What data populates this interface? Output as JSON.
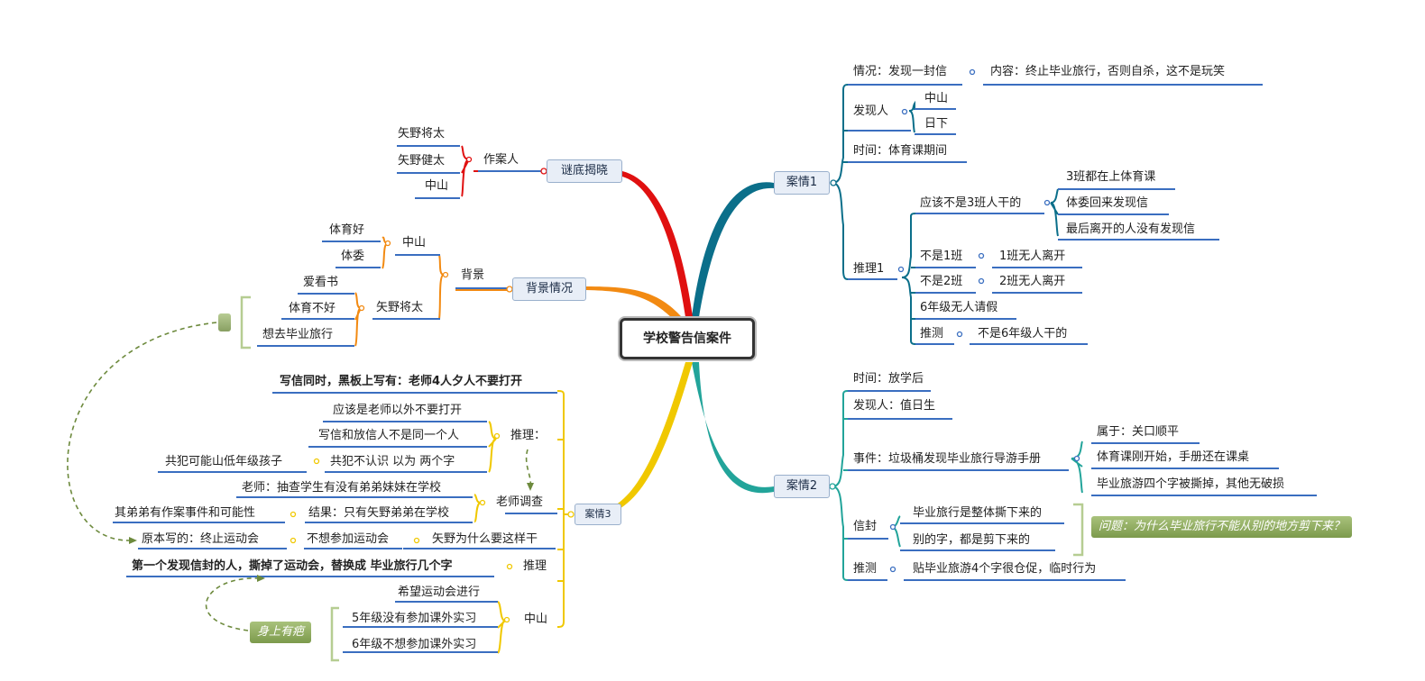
{
  "center": "学校警告信案件",
  "case1": {
    "title": "案情1",
    "situation": "情况：发现一封信",
    "content": "内容：终止毕业旅行，否则自杀，这不是玩笑",
    "finder": "发现人",
    "finder_a": "中山",
    "finder_b": "日下",
    "time": "时间：体育课期间",
    "reason": "推理1",
    "not3": "应该不是3班人干的",
    "not3_a": "3班都在上体育课",
    "not3_b": "体委回来发现信",
    "not3_c": "最后离开的人没有发现信",
    "not1": "不是1班",
    "not1_a": "1班无人离开",
    "not2": "不是2班",
    "not2_a": "2班无人离开",
    "g6": "6年级无人请假",
    "infer": "推测",
    "infer_a": "不是6年级人干的"
  },
  "case2": {
    "title": "案情2",
    "time": "时间：放学后",
    "finder": "发现人：值日生",
    "event": "事件：垃圾桶发现毕业旅行导游手册",
    "event_a": "属于：关口顺平",
    "event_b": "体育课刚开始，手册还在课桌",
    "event_c": "毕业旅游四个字被撕掉，其他无破损",
    "envelope": "信封",
    "env_a": "毕业旅行是整体撕下来的",
    "env_b": "别的字，都是剪下来的",
    "question": "问题：为什么毕业旅行不能从别的地方剪下来？",
    "infer": "推测",
    "infer_a": "贴毕业旅游4个字很仓促，临时行为"
  },
  "reveal": {
    "title": "谜底揭晓",
    "culprit": "作案人",
    "c1": "矢野将太",
    "c2": "矢野健太",
    "c3": "中山"
  },
  "background": {
    "title": "背景情况",
    "bg": "背景",
    "nakayama": "中山",
    "n1": "体育好",
    "n2": "体委",
    "yano": "矢野将太",
    "y1": "爱看书",
    "y2": "体育不好",
    "y3": "想去毕业旅行"
  },
  "case3": {
    "title": "案情3",
    "blackboard": "写信同时，黑板上写有：老师4人夕人不要打开",
    "reason": "推理：",
    "r1": "应该是老师以外不要打开",
    "r2": "写信和放信人不是同一个人",
    "r3": "共犯不认识  以为  两个字",
    "r3a": "共犯可能山低年级孩子",
    "teacher": "老师调查",
    "t1": "老师：抽查学生有没有弟弟妹妹在学校",
    "t2": "结果：只有矢野弟弟在学校",
    "t2a": "其弟弟有作案事件和可能性",
    "why": "矢野为什么要这样干",
    "why_a": "不想参加运动会",
    "why_b": "原本写的：终止运动会",
    "inf": "推理",
    "inf_a": "第一个发现信封的人，撕掉了运动会，替换成 毕业旅行几个字",
    "naka": "中山",
    "nk1": "希望运动会进行",
    "nk2": "5年级没有参加课外实习",
    "nk3": "6年级不想参加课外实习",
    "scar": "身上有疤"
  }
}
